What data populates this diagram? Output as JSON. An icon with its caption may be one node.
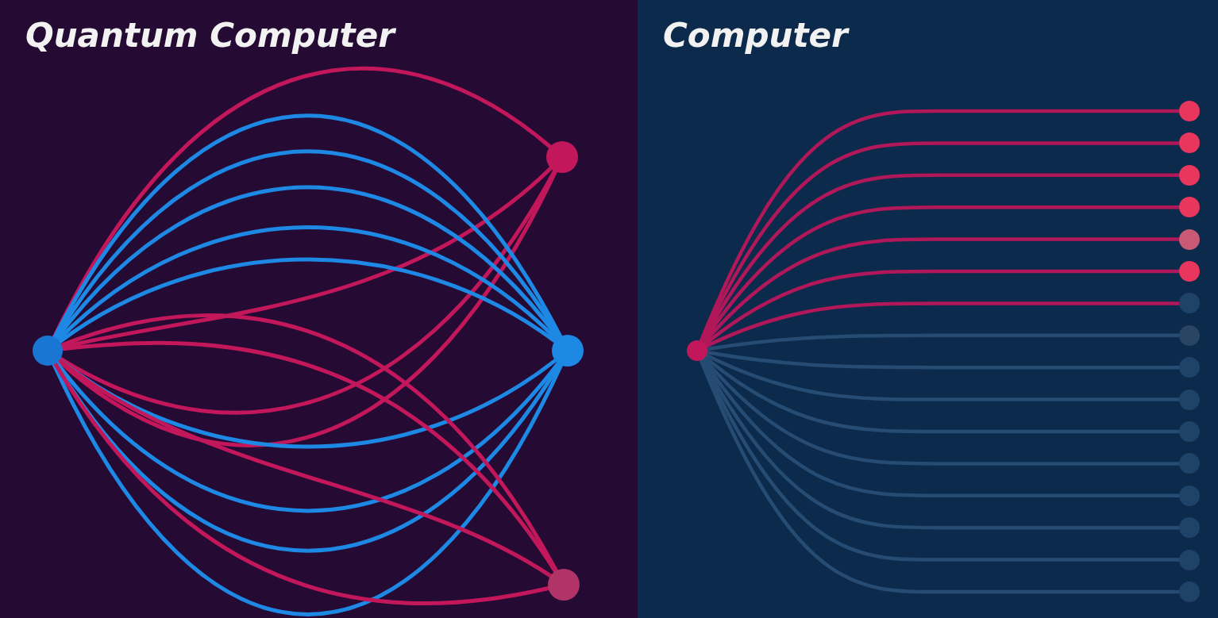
{
  "diagram": {
    "nodes": [
      {
        "text": [
          "Quantum Computer"
        ]
      },
      {
        "text": [],
        "shape": "circle",
        "in": 0
      },
      {
        "text": [],
        "shape": "circle",
        "in": 0
      },
      {
        "text": [],
        "shape": "circle",
        "in": 0
      },
      {
        "text": [],
        "shape": "circle",
        "in": 0
      },
      {
        "text": [
          "Computer"
        ]
      },
      {
        "text": [],
        "shape": "circle",
        "in": 5
      },
      {
        "text": [],
        "shape": "circle",
        "in": 5
      },
      {
        "text": [],
        "shape": "circle",
        "in": 5
      },
      {
        "text": [],
        "shape": "circle",
        "in": 5
      },
      {
        "text": [],
        "shape": "circle",
        "in": 5
      },
      {
        "text": [],
        "shape": "circle",
        "in": 5
      },
      {
        "text": [],
        "shape": "circle",
        "in": 5
      },
      {
        "text": [],
        "shape": "circle",
        "in": 5
      },
      {
        "text": [],
        "shape": "circle",
        "in": 5
      },
      {
        "text": [],
        "shape": "circle",
        "in": 5
      },
      {
        "text": [],
        "shape": "circle",
        "in": 5
      },
      {
        "text": [],
        "shape": "circle",
        "in": 5
      },
      {
        "text": [],
        "shape": "circle",
        "in": 5
      },
      {
        "text": [],
        "shape": "circle",
        "in": 5
      },
      {
        "text": [],
        "shape": "circle",
        "in": 5
      },
      {
        "text": [],
        "shape": "circle",
        "in": 5
      },
      {
        "text": [],
        "shape": "circle",
        "in": 5
      }
    ],
    "edges": [
      {
        "from": 1,
        "to": 2,
        "arrow": "none",
        "color": "#c2185b"
      },
      {
        "from": 1,
        "to": 2,
        "arrow": "none",
        "color": "#c2185b"
      },
      {
        "from": 1,
        "to": 2,
        "arrow": "none",
        "color": "#c2185b"
      },
      {
        "from": 1,
        "to": 2,
        "arrow": "none",
        "color": "#c2185b"
      },
      {
        "from": 1,
        "to": 3,
        "arrow": "none",
        "color": "#1e88e5"
      },
      {
        "from": 1,
        "to": 3,
        "arrow": "none",
        "color": "#1e88e5"
      },
      {
        "from": 1,
        "to": 3,
        "arrow": "none",
        "color": "#1e88e5"
      },
      {
        "from": 1,
        "to": 3,
        "arrow": "none",
        "color": "#1e88e5"
      },
      {
        "from": 1,
        "to": 3,
        "arrow": "none",
        "color": "#1e88e5"
      },
      {
        "from": 1,
        "to": 3,
        "arrow": "none",
        "color": "#1e88e5"
      },
      {
        "from": 1,
        "to": 3,
        "arrow": "none",
        "color": "#1e88e5"
      },
      {
        "from": 1,
        "to": 3,
        "arrow": "none",
        "color": "#1e88e5"
      },
      {
        "from": 1,
        "to": 3,
        "arrow": "none",
        "color": "#1e88e5"
      },
      {
        "from": 1,
        "to": 4,
        "arrow": "none",
        "color": "#c2185b"
      },
      {
        "from": 1,
        "to": 4,
        "arrow": "none",
        "color": "#c2185b"
      },
      {
        "from": 1,
        "to": 4,
        "arrow": "none",
        "color": "#c2185b"
      },
      {
        "from": 1,
        "to": 4,
        "arrow": "none",
        "color": "#c2185b"
      },
      {
        "from": 6,
        "to": 7,
        "arrow": "none",
        "color": "#b0185a"
      },
      {
        "from": 6,
        "to": 8,
        "arrow": "none",
        "color": "#b0185a"
      },
      {
        "from": 6,
        "to": 9,
        "arrow": "none",
        "color": "#b0185a"
      },
      {
        "from": 6,
        "to": 10,
        "arrow": "none",
        "color": "#b0185a"
      },
      {
        "from": 6,
        "to": 11,
        "arrow": "none",
        "color": "#b0185a"
      },
      {
        "from": 6,
        "to": 12,
        "arrow": "none",
        "color": "#b0185a"
      },
      {
        "from": 6,
        "to": 13,
        "arrow": "none",
        "color": "#b0185a"
      },
      {
        "from": 6,
        "to": 14,
        "arrow": "none",
        "color": "#264c74"
      },
      {
        "from": 6,
        "to": 15,
        "arrow": "none",
        "color": "#264c74"
      },
      {
        "from": 6,
        "to": 16,
        "arrow": "none",
        "color": "#264c74"
      },
      {
        "from": 6,
        "to": 17,
        "arrow": "none",
        "color": "#264c74"
      },
      {
        "from": 6,
        "to": 18,
        "arrow": "none",
        "color": "#264c74"
      },
      {
        "from": 6,
        "to": 19,
        "arrow": "none",
        "color": "#264c74"
      },
      {
        "from": 6,
        "to": 20,
        "arrow": "none",
        "color": "#264c74"
      },
      {
        "from": 6,
        "to": 21,
        "arrow": "none",
        "color": "#264c74"
      },
      {
        "from": 6,
        "to": 22,
        "arrow": "none",
        "color": "#264c74"
      }
    ]
  }
}
